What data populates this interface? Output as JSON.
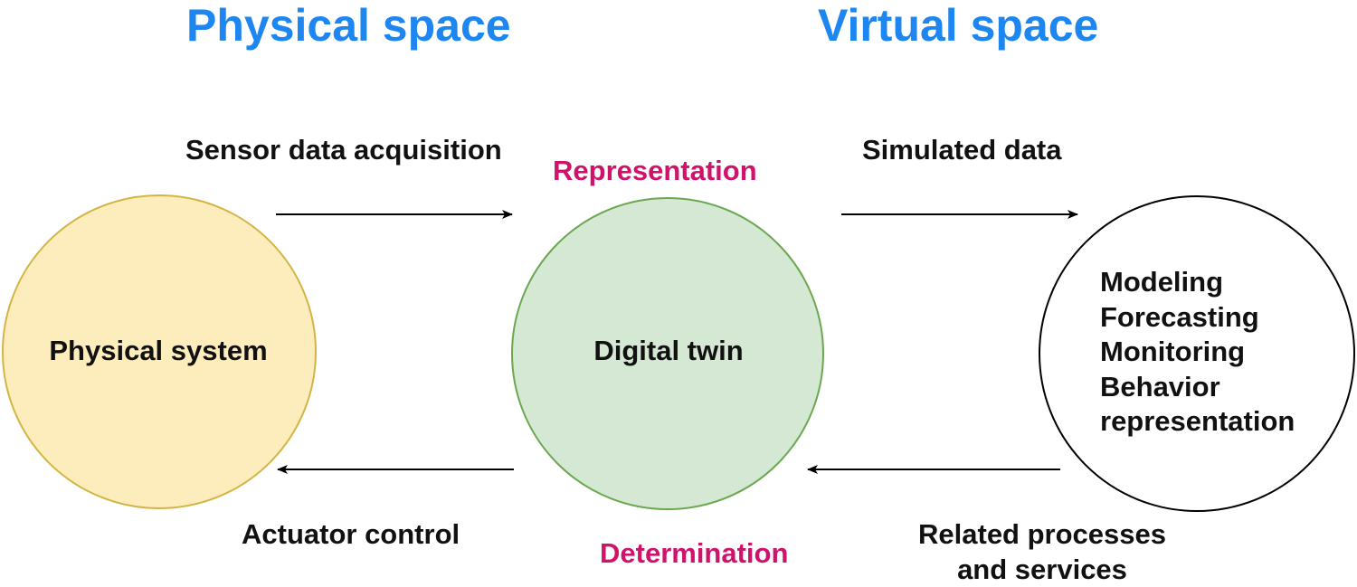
{
  "titles": {
    "physical_space": "Physical space",
    "virtual_space": "Virtual space"
  },
  "nodes": {
    "physical_system": {
      "label": "Physical system",
      "fill": "#fdedbd",
      "stroke": "#d4b444"
    },
    "digital_twin": {
      "label": "Digital twin",
      "fill": "#d5e8d4",
      "stroke": "#6aa84f"
    },
    "virtual_functions": {
      "items": [
        "Modeling",
        "Forecasting",
        "Monitoring",
        "Behavior",
        "representation"
      ],
      "fill": "#ffffff",
      "stroke": "#000000"
    }
  },
  "edges": {
    "sensor_data": "Sensor data acquisition",
    "actuator_control": "Actuator control",
    "simulated_data": "Simulated data",
    "related_processes": [
      "Related processes",
      "and services"
    ]
  },
  "roles": {
    "representation": "Representation",
    "determination": "Determination"
  },
  "colors": {
    "title": "#1e86f0",
    "role": "#d0136a",
    "text": "#111111",
    "arrow": "#000000"
  }
}
